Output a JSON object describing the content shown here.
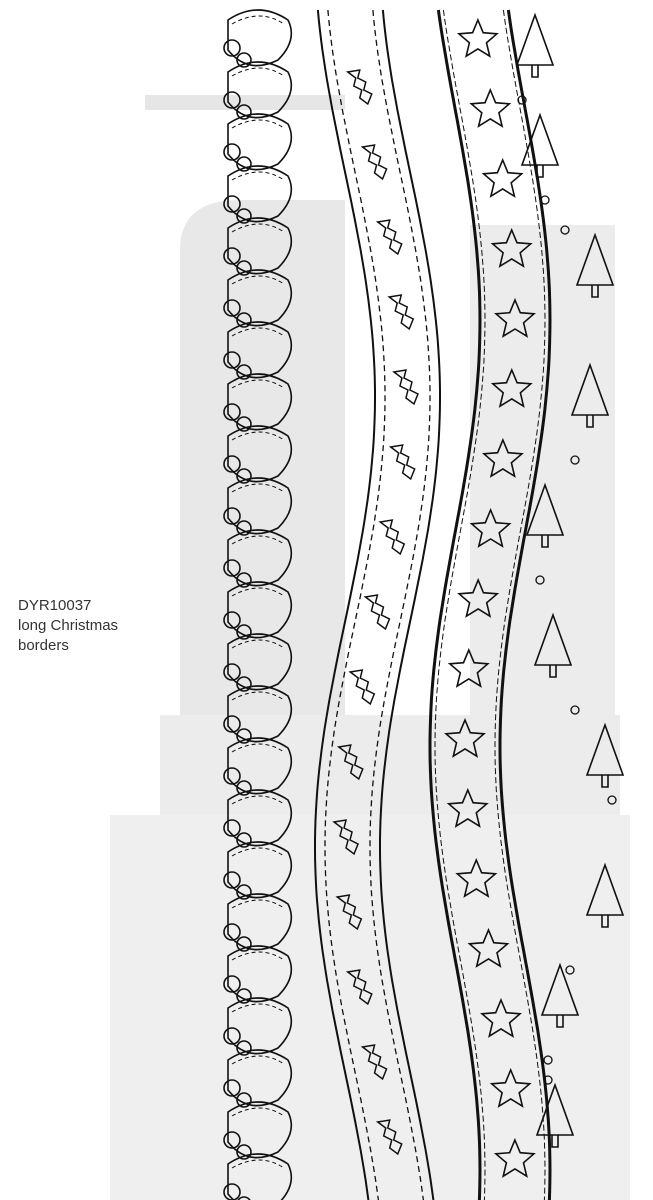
{
  "product": {
    "code": "DYR10037",
    "name_line1": "long Christmas",
    "name_line2": "borders"
  },
  "colors": {
    "ink": "#111111",
    "watermark": "#e4e4e4",
    "text": "#333333"
  },
  "borders": [
    "holly-and-berries",
    "holly-ribbon",
    "star-ribbon",
    "christmas-trees"
  ]
}
